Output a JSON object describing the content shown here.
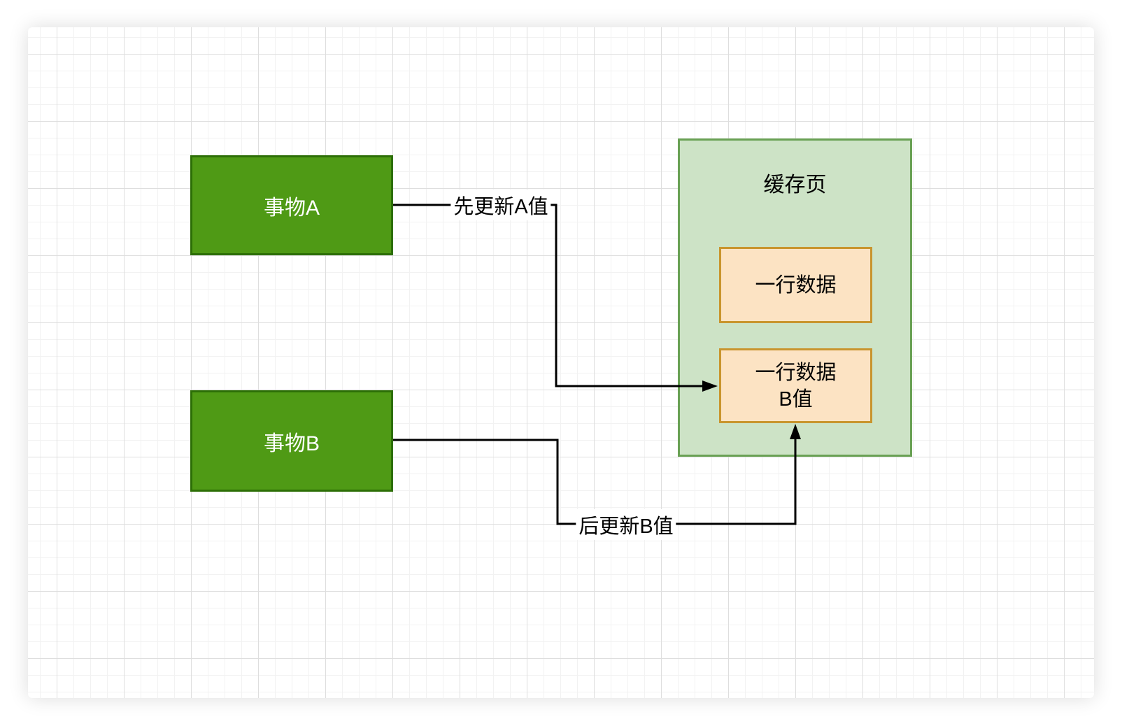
{
  "nodes": {
    "transaction_a": {
      "label": "事物A"
    },
    "transaction_b": {
      "label": "事物B"
    },
    "cache_page": {
      "title": "缓存页"
    },
    "row_data": {
      "label": "一行数据"
    },
    "row_data_b": {
      "label": "一行数据",
      "sublabel": "B值"
    }
  },
  "edges": {
    "update_a": {
      "label": "先更新A值"
    },
    "update_b": {
      "label": "后更新B值"
    }
  },
  "colors": {
    "node_green_fill": "#4f9a15",
    "node_green_border": "#2d6f06",
    "node_green_text": "#ffffff",
    "container_fill": "#cde3c6",
    "container_border": "#69a154",
    "row_fill": "#fce3c3",
    "row_border": "#c9952e",
    "edge_line": "#000000",
    "text": "#000000",
    "grid_major": "#dedede",
    "grid_minor": "#f2f2f2",
    "page_bg": "#ffffff"
  }
}
